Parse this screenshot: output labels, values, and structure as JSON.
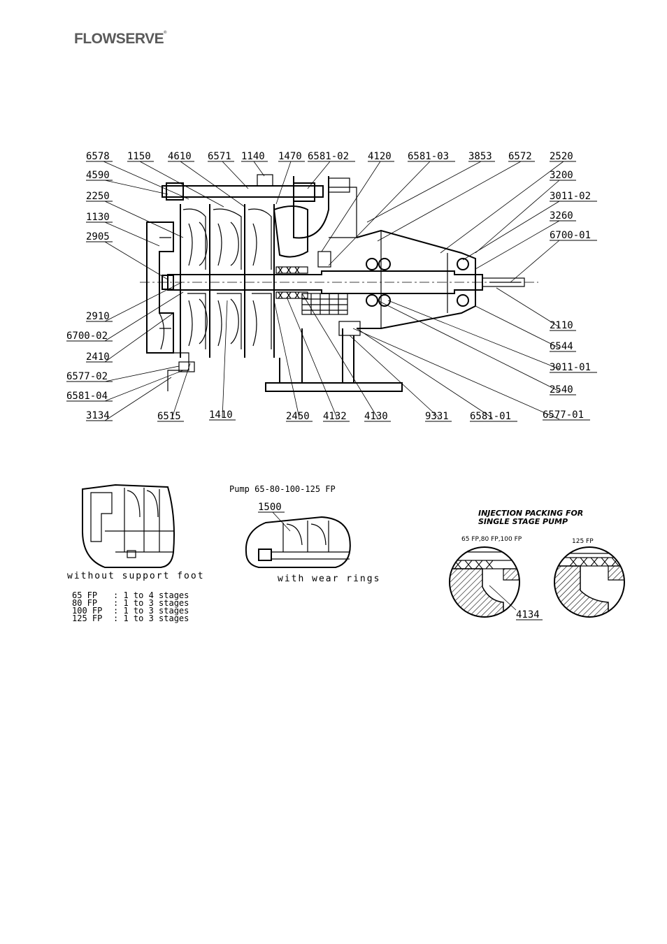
{
  "brand": {
    "name": "FLOWSERVE",
    "mark": "®"
  },
  "main_drawing": {
    "labels_top": [
      "6578",
      "1150",
      "4610",
      "6571",
      "1140",
      "1470",
      "6581-02",
      "4120",
      "6581-03",
      "3853",
      "6572",
      "2520"
    ],
    "labels_left": [
      "4590",
      "2250",
      "1130",
      "2905",
      "2910",
      "6700-02",
      "2410",
      "6577-02",
      "6581-04",
      "3134"
    ],
    "labels_right": [
      "3200",
      "3011-02",
      "3260",
      "6700-01",
      "2110",
      "6544",
      "3011-01",
      "2540",
      "6577-01"
    ],
    "labels_bottom": [
      "6515",
      "1410",
      "2450",
      "4132",
      "4130",
      "9331",
      "6581-01"
    ]
  },
  "detail_no_foot": {
    "caption": "without support foot",
    "stages": [
      {
        "model": "65 FP",
        "range": ": 1 to 4 stages"
      },
      {
        "model": "80 FP",
        "range": ": 1 to 3 stages"
      },
      {
        "model": "100 FP",
        "range": ": 1 to 3 stages"
      },
      {
        "model": "125 FP",
        "range": ": 1 to 3 stages"
      }
    ]
  },
  "detail_wear_rings": {
    "title": "Pump 65-80-100-125 FP",
    "part": "1500",
    "caption": "with wear rings"
  },
  "detail_injection": {
    "title_line1": "INJECTION PACKING FOR",
    "title_line2": "SINGLE STAGE PUMP",
    "left_models": "65 FP,80 FP,100 FP",
    "right_models": "125 FP",
    "part": "4134"
  }
}
